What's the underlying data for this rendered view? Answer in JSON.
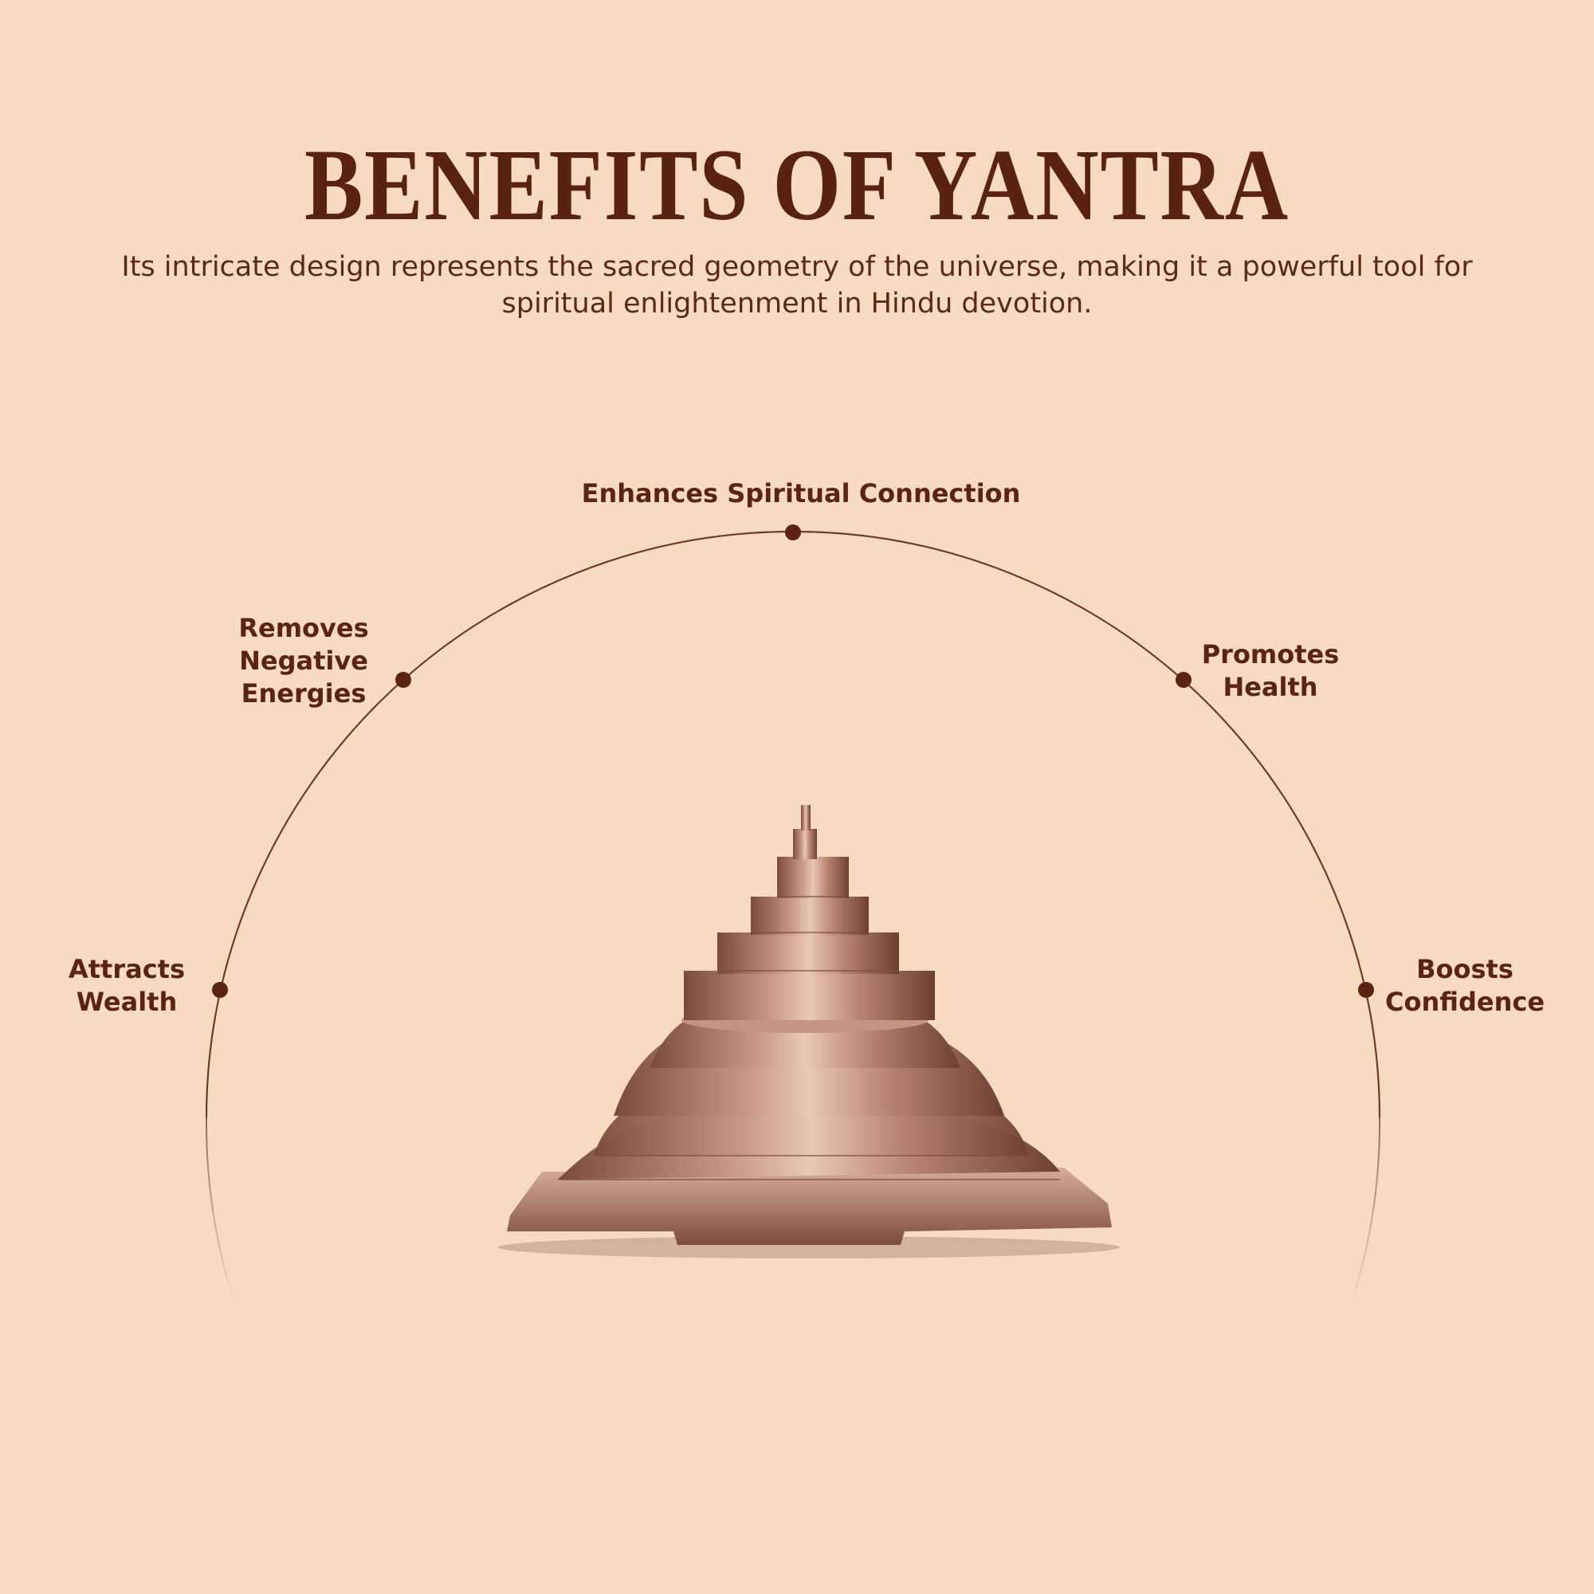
{
  "header": {
    "title": "BENEFITS OF YANTRA",
    "subtitle_line1": "Its intricate design represents the sacred geometry of the universe, making it a powerful tool for",
    "subtitle_line2": "spiritual enlightenment in Hindu devotion."
  },
  "benefits": [
    {
      "lines": [
        "Attracts",
        "Wealth"
      ]
    },
    {
      "lines": [
        "Removes",
        "Negative",
        "Energies"
      ]
    },
    {
      "lines": [
        "Enhances Spiritual Connection"
      ]
    },
    {
      "lines": [
        "Promotes",
        "Health"
      ]
    },
    {
      "lines": [
        "Boosts",
        "Confidence"
      ]
    }
  ],
  "colors": {
    "background": "#f7dbc0",
    "text": "#5a2410",
    "arc": "#6b3a22",
    "copper": "#b98472"
  }
}
